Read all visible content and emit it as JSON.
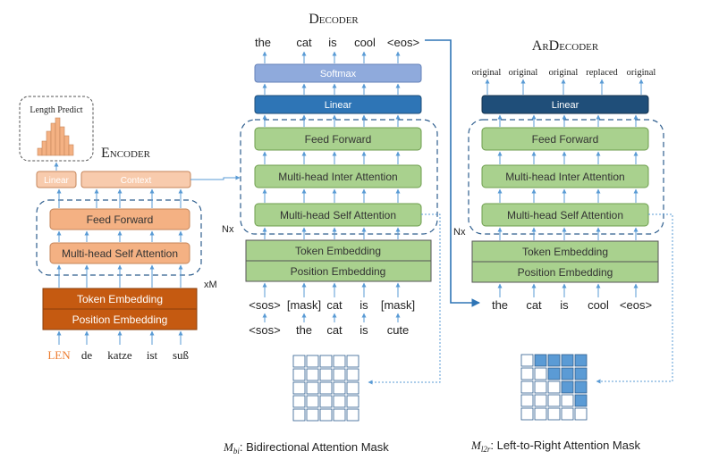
{
  "colors": {
    "arrow": "#5a9bd5",
    "dash": "#2e5e8e",
    "green_fill": "#a9d18e",
    "green_stroke": "#6e9e4e",
    "orange_light": "#f8cbad",
    "orange_mid": "#f4b183",
    "orange_stroke": "#c5855a",
    "orange_dark": "#c55a11",
    "softmax": "#8faadc",
    "linear_mid": "#2e75b6",
    "linear_dark": "#1f4e79",
    "len": "#ed7d31",
    "mask_fill": "#5b9bd5"
  },
  "encoder": {
    "title": "Encoder",
    "length_predict": "Length Predict",
    "linear": "Linear",
    "context": "Context",
    "feed_forward": "Feed Forward",
    "self_attention": "Multi-head Self Attention",
    "repeat": "xM",
    "token_embedding": "Token Embedding",
    "position_embedding": "Position Embedding",
    "inputs": [
      "LEN",
      "de",
      "katze",
      "ist",
      "suß"
    ]
  },
  "decoder": {
    "title": "Decoder",
    "outputs": [
      "the",
      "cat",
      "is",
      "cool",
      "<eos>"
    ],
    "softmax": "Softmax",
    "linear": "Linear",
    "feed_forward": "Feed Forward",
    "inter_attention": "Multi-head Inter Attention",
    "self_attention": "Multi-head Self Attention",
    "repeat": "Nx",
    "token_embedding": "Token Embedding",
    "position_embedding": "Position Embedding",
    "inputs": [
      "<sos>",
      "[mask]",
      "cat",
      "is",
      "[mask]"
    ],
    "targets": [
      "<sos>",
      "the",
      "cat",
      "is",
      "cute"
    ],
    "mask_caption_prefix": "M",
    "mask_caption_sub": "bi",
    "mask_caption_text": ": Bidirectional Attention Mask"
  },
  "ardecoder": {
    "title": "ArDecoder",
    "outputs": [
      "original",
      "original",
      "original",
      "replaced",
      "original"
    ],
    "linear": "Linear",
    "feed_forward": "Feed Forward",
    "inter_attention": "Multi-head Inter Attention",
    "self_attention": "Multi-head Self Attention",
    "repeat": "Nx",
    "token_embedding": "Token Embedding",
    "position_embedding": "Position Embedding",
    "inputs": [
      "the",
      "cat",
      "is",
      "cool",
      "<eos>"
    ],
    "mask_caption_prefix": "M",
    "mask_caption_sub": "l2r",
    "mask_caption_text": ": Left-to-Right Attention Mask"
  }
}
